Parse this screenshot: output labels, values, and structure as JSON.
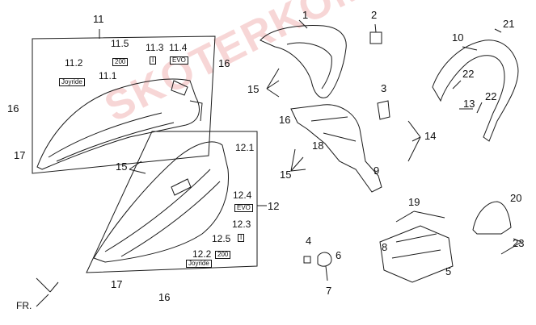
{
  "watermark": "SKOTERKOMIX.pl",
  "labels": {
    "p1": "1",
    "p2": "2",
    "p3": "3",
    "p4": "4",
    "p5": "5",
    "p6": "6",
    "p7": "7",
    "p8": "8",
    "p9": "9",
    "p10": "10",
    "p11": "11",
    "p11_1": "11.1",
    "p11_2": "11.2",
    "p11_3": "11.3",
    "p11_4": "11.4",
    "p11_5": "11.5",
    "p12": "12",
    "p12_1": "12.1",
    "p12_2": "12.2",
    "p12_3": "12.3",
    "p12_4": "12.4",
    "p12_5": "12.5",
    "p13": "13",
    "p14": "14",
    "p15a": "15",
    "p15b": "15",
    "p15c": "15",
    "p16a": "16",
    "p16b": "16",
    "p16c": "16",
    "p16d": "16",
    "p17a": "17",
    "p17b": "17",
    "p18": "18",
    "p19": "19",
    "p20": "20",
    "p21": "21",
    "p22a": "22",
    "p22b": "22",
    "p23": "23",
    "fr": "FR."
  },
  "boxes": {
    "b11_2": "Joyride",
    "b11_3": "I",
    "b11_4": "EVO",
    "b11_5": "200",
    "b12_2": "Joyride",
    "b12_3": "I",
    "b12_4": "EVO",
    "b12_5": "200"
  },
  "colors": {
    "line": "#1a1a1a",
    "watermark": "#dc4646"
  }
}
